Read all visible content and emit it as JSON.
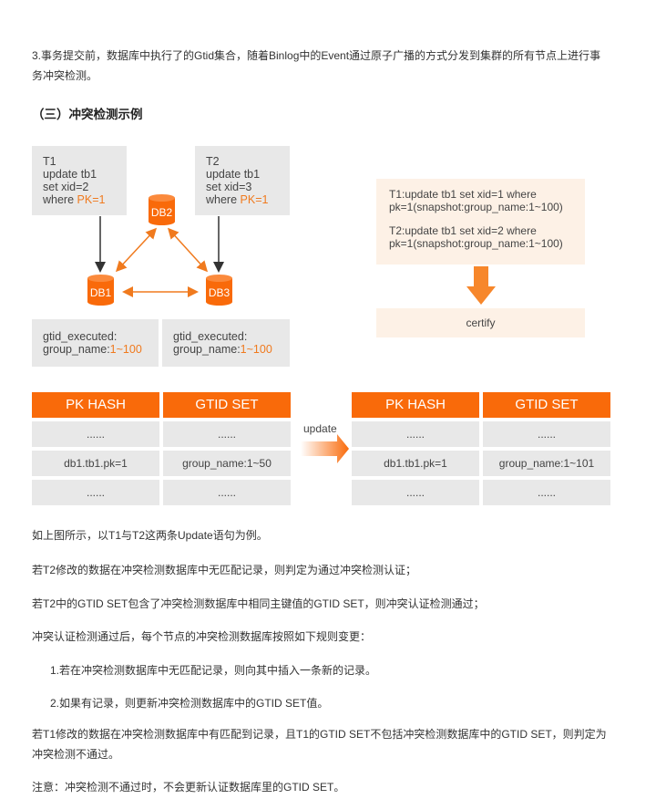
{
  "intro": {
    "line1": "3.事务提交前，数据库中执行了的Gtid集合，随着Binlog中的Event通过原子广播的方式分发到集群的所有节点上进行事",
    "line2": "务冲突检测。"
  },
  "heading": "（三）冲突检测示例",
  "diagram": {
    "t1": {
      "l1": "T1",
      "l2": "update tb1",
      "l3": "set xid=2",
      "l4a": "where ",
      "l4b": "PK=1"
    },
    "t2": {
      "l1": "T2",
      "l2": "update tb1",
      "l3": "set xid=3",
      "l4a": "where ",
      "l4b": "PK=1"
    },
    "db": [
      "DB1",
      "DB2",
      "DB3"
    ],
    "g1": {
      "l1": "gtid_executed:",
      "l2a": "group_name:",
      "l2b": "1~100"
    },
    "g2": {
      "l1": "gtid_executed:",
      "l2a": "group_name:",
      "l2b": "1~100"
    },
    "stmts": {
      "a1": "T1:update tb1 set xid=1 where",
      "a2": "pk=1(snapshot:group_name:1~100)",
      "b1": "T2:update tb1 set xid=2 where",
      "b2": "pk=1(snapshot:group_name:1~100)"
    },
    "certify": "certify",
    "update_label": "update",
    "colors": {
      "accent": "#f96a0a",
      "gray": "#e8e8e8"
    }
  },
  "table_left": {
    "headers": [
      "PK HASH",
      "GTID SET"
    ],
    "rows": [
      [
        "......",
        "......"
      ],
      [
        "db1.tb1.pk=1",
        "group_name:1~50"
      ],
      [
        "......",
        "......"
      ]
    ]
  },
  "table_right": {
    "headers": [
      "PK HASH",
      "GTID SET"
    ],
    "rows": [
      [
        "......",
        "......"
      ],
      [
        "db1.tb1.pk=1",
        "group_name:1~101"
      ],
      [
        "......",
        "......"
      ]
    ]
  },
  "paras": [
    "如上图所示，以T1与T2这两条Update语句为例。",
    "若T2修改的数据在冲突检测数据库中无匹配记录，则判定为通过冲突检测认证；",
    "若T2中的GTID SET包含了冲突检测数据库中相同主键值的GTID SET，则冲突认证检测通过；",
    "冲突认证检测通过后，每个节点的冲突检测数据库按照如下规则变更：",
    "1.若在冲突检测数据库中无匹配记录，则向其中插入一条新的记录。",
    "2.如果有记录，则更新冲突检测数据库中的GTID SET值。",
    "若T1修改的数据在冲突检测数据库中有匹配到记录，且T1的GTID SET不包括冲突检测数据库中的GTID SET，则判定为",
    "冲突检测不通过。",
    "注意：冲突检测不通过时，不会更新认证数据库里的GTID SET。"
  ]
}
